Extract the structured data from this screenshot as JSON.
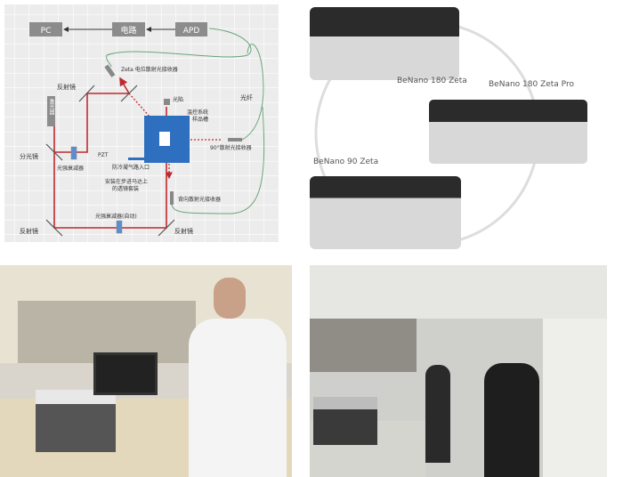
{
  "diagram": {
    "pc": "PC",
    "circuit": "电路",
    "apd": "APD",
    "zeta_receiver": "Zeta 电位散射光接收器",
    "mirror_top": "反射镜",
    "laser": "激光器",
    "beam_trap": "光陷",
    "fiber": "光纤",
    "temp_system": "温控系统",
    "sample_cell": "样品槽",
    "receiver_90": "90°散射光接收器",
    "splitter": "分光镜",
    "pzt": "PZT",
    "attenuator": "光强衰减器",
    "anti_condensation": "防冷凝气路入口",
    "lens_line1": "安装在步进马达上",
    "lens_line2": "的透镜套装",
    "back_receiver": "背向散射光接收器",
    "attenuator_auto": "光强衰减器(自动)",
    "mirror_bottom_left": "反射镜",
    "mirror_bottom_right": "反射镜"
  },
  "products": [
    "BeNano 180 Zeta",
    "BeNano 180 Zeta Pro",
    "BeNano 90 Zeta"
  ],
  "colors": {
    "beam": "#c0282d",
    "fiber": "#6aa57a",
    "cell": "#2f6fbf",
    "box": "#8c8c8c"
  }
}
